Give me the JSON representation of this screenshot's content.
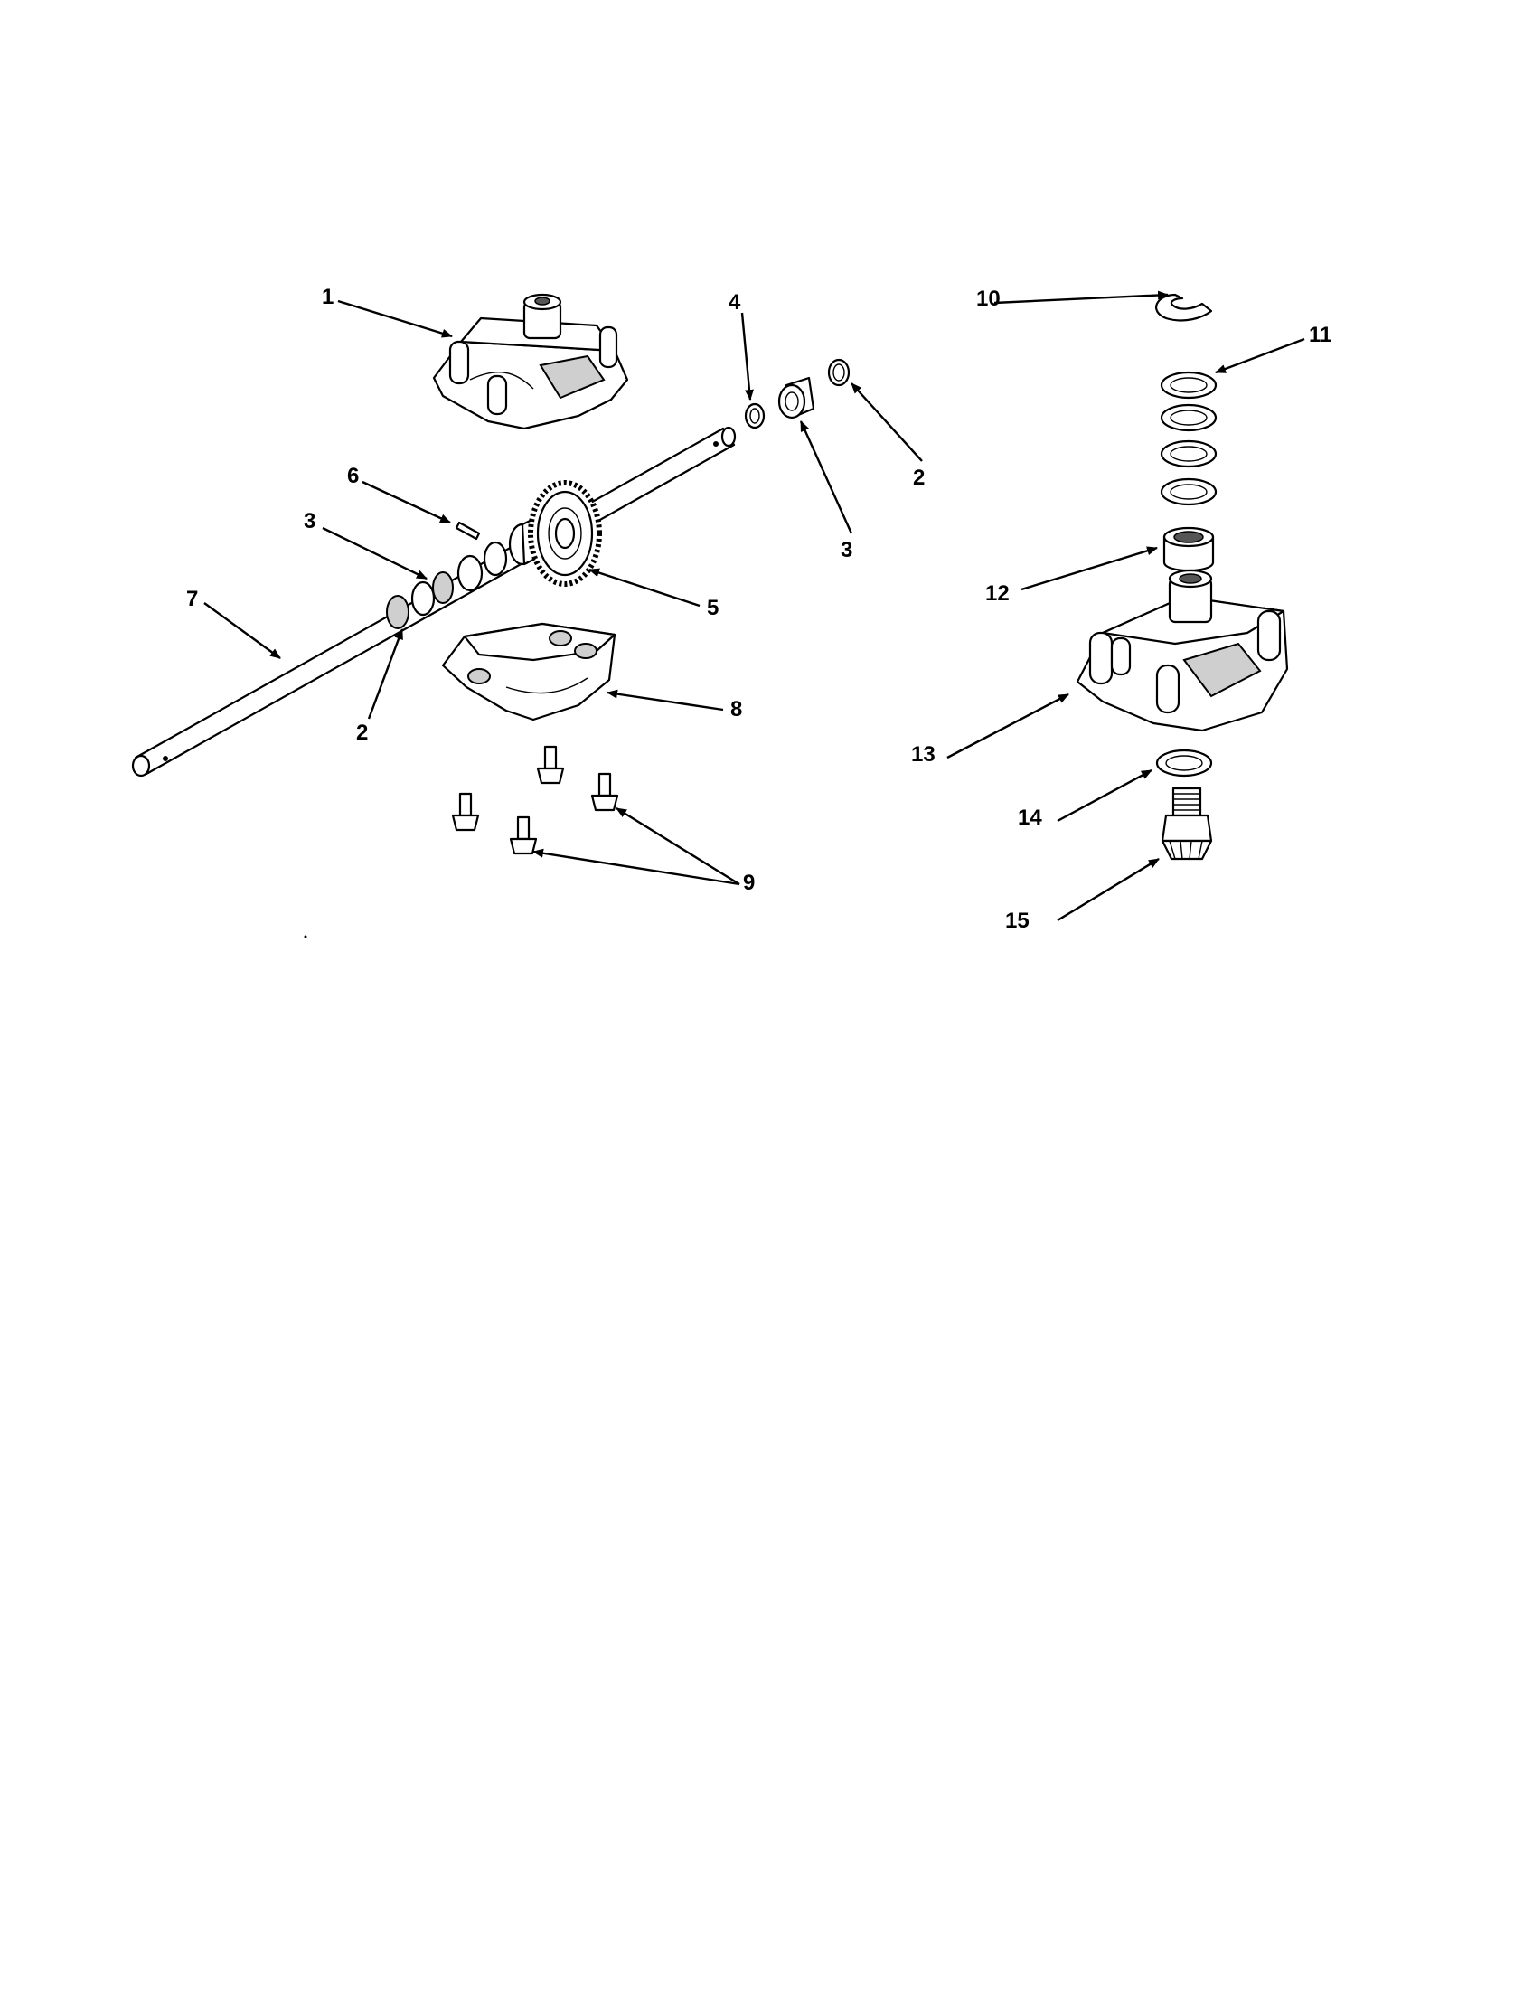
{
  "diagram": {
    "callouts": {
      "c1": "1",
      "c4": "4",
      "c10": "10",
      "c11": "11",
      "c2_right": "2",
      "c3_right": "3",
      "c6": "6",
      "c3_left": "3",
      "c5": "5",
      "c7": "7",
      "c2_left": "2",
      "c8": "8",
      "c12": "12",
      "c13": "13",
      "c14": "14",
      "c15": "15",
      "c9": "9"
    }
  }
}
